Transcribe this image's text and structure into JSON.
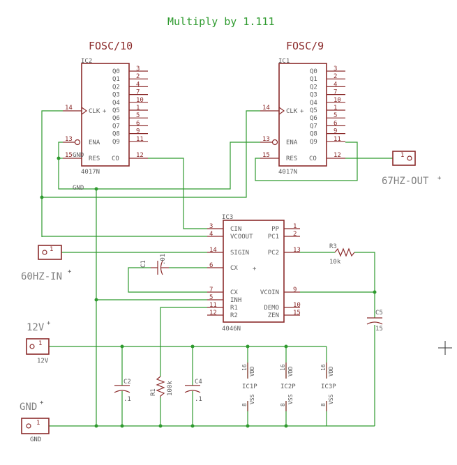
{
  "title": "Multiply by 1.111",
  "ic2": {
    "name": "IC2",
    "part": "4017N",
    "caption": "FOSC/10",
    "outs": [
      "Q0",
      "Q1",
      "Q2",
      "Q3",
      "Q4",
      "Q5",
      "Q6",
      "Q7",
      "Q8",
      "Q9"
    ],
    "out_pins": [
      "3",
      "2",
      "4",
      "7",
      "10",
      "1",
      "5",
      "6",
      "9",
      "11"
    ],
    "clk": "CLK",
    "ena": "ENA",
    "res": "RES",
    "co": "CO",
    "clk_pin": "14",
    "ena_pin": "13",
    "res_pin": "15",
    "co_pin": "12",
    "gnd_pin": "GND"
  },
  "ic1": {
    "name": "IC1",
    "part": "4017N",
    "caption": "FOSC/9",
    "outs": [
      "Q0",
      "Q1",
      "Q2",
      "Q3",
      "Q4",
      "Q5",
      "Q6",
      "Q7",
      "Q8",
      "Q9"
    ],
    "out_pins": [
      "3",
      "2",
      "4",
      "7",
      "10",
      "1",
      "5",
      "6",
      "9",
      "11"
    ],
    "clk": "CLK",
    "ena": "ENA",
    "res": "RES",
    "co": "CO",
    "clk_pin": "14",
    "ena_pin": "13",
    "res_pin": "15",
    "co_pin": "12"
  },
  "ic3": {
    "name": "IC3",
    "part": "4046N",
    "left": [
      "CIN",
      "VCOOUT",
      "SIGIN",
      "CX",
      "CX",
      "INH",
      "R1",
      "R2"
    ],
    "left_pins": [
      "3",
      "4",
      "14",
      "6",
      "7",
      "5",
      "11",
      "12"
    ],
    "right": [
      "PP",
      "PC1",
      "PC2",
      "VCOIN",
      "DEMO",
      "ZEN"
    ],
    "right_pins": [
      "1",
      "2",
      "13",
      "9",
      "10",
      "15"
    ]
  },
  "gnd_label": "GND",
  "connectors": {
    "out67": {
      "label": "67HZ-OUT",
      "pin": "1"
    },
    "in60": {
      "label": "60HZ-IN",
      "pin": "1"
    },
    "v12": {
      "label": "12V",
      "sublabel": "12V",
      "pin": "1"
    },
    "gnd": {
      "label": "GND",
      "sublabel": "GND",
      "pin": "1"
    }
  },
  "r3": {
    "name": "R3",
    "value": "10k"
  },
  "c1": {
    "name": "C1",
    "value": ".01"
  },
  "c5": {
    "name": "C5",
    "value": "15"
  },
  "c2": {
    "name": "C2",
    "value": ".1"
  },
  "r1": {
    "name": "R1",
    "value": "100k"
  },
  "c4": {
    "name": "C4",
    "value": ".1"
  },
  "power": [
    {
      "name": "IC1P",
      "vdd": "VDD",
      "vss": "VSS",
      "vdd_pin": "16",
      "vss_pin": "8"
    },
    {
      "name": "IC2P",
      "vdd": "VDD",
      "vss": "VSS",
      "vdd_pin": "16",
      "vss_pin": "8"
    },
    {
      "name": "IC3P",
      "vdd": "VDD",
      "vss": "VSS",
      "vdd_pin": "16",
      "vss_pin": "8"
    }
  ],
  "plus_sign": "+",
  "cursor_icon": "crosshair-icon",
  "colors": {
    "wire": "#2e9a2e",
    "part": "#8b2b2b",
    "label": "#5c5c5c"
  }
}
